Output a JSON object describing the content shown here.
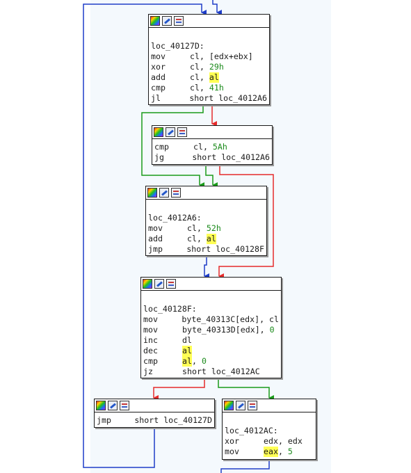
{
  "colors": {
    "edge_true": "#1a9a1a",
    "edge_false": "#e52b2b",
    "edge_unconditional": "#1e3dc8",
    "highlight": "#ffff55",
    "immediate": "#1a8a1a",
    "background": "#f4f9fd"
  },
  "icons": [
    "color-palette-icon",
    "rename-pencil-icon",
    "graph-overview-icon"
  ],
  "blocks": [
    {
      "id": "b1",
      "label": "loc_40127D:",
      "lines": [
        {
          "mn": "mov",
          "ops": [
            {
              "t": "cl, [edx+ebx]"
            }
          ]
        },
        {
          "mn": "xor",
          "ops": [
            {
              "t": "cl, "
            },
            {
              "t": "29h",
              "k": "num"
            }
          ]
        },
        {
          "mn": "add",
          "ops": [
            {
              "t": "cl, "
            },
            {
              "t": "al",
              "k": "hl"
            }
          ]
        },
        {
          "mn": "cmp",
          "ops": [
            {
              "t": "cl, "
            },
            {
              "t": "41h",
              "k": "num"
            }
          ]
        },
        {
          "mn": "jl",
          "ops": [
            {
              "t": "short loc_4012A6"
            }
          ]
        }
      ]
    },
    {
      "id": "b2",
      "label": "",
      "lines": [
        {
          "mn": "cmp",
          "ops": [
            {
              "t": "cl, "
            },
            {
              "t": "5Ah",
              "k": "num"
            }
          ]
        },
        {
          "mn": "jg",
          "ops": [
            {
              "t": "short loc_4012A6"
            }
          ]
        }
      ]
    },
    {
      "id": "b3",
      "label": "loc_4012A6:",
      "lines": [
        {
          "mn": "mov",
          "ops": [
            {
              "t": "cl, "
            },
            {
              "t": "52h",
              "k": "num"
            }
          ]
        },
        {
          "mn": "add",
          "ops": [
            {
              "t": "cl, "
            },
            {
              "t": "al",
              "k": "hl"
            }
          ]
        },
        {
          "mn": "jmp",
          "ops": [
            {
              "t": "short loc_40128F"
            }
          ]
        }
      ]
    },
    {
      "id": "b4",
      "label": "loc_40128F:",
      "lines": [
        {
          "mn": "mov",
          "ops": [
            {
              "t": "byte_40313C[edx], cl"
            }
          ]
        },
        {
          "mn": "mov",
          "ops": [
            {
              "t": "byte_40313D[edx], "
            },
            {
              "t": "0",
              "k": "num"
            }
          ]
        },
        {
          "mn": "inc",
          "ops": [
            {
              "t": "dl"
            }
          ]
        },
        {
          "mn": "dec",
          "ops": [
            {
              "t": "al",
              "k": "hl"
            }
          ]
        },
        {
          "mn": "cmp",
          "ops": [
            {
              "t": "al",
              "k": "hl"
            },
            {
              "t": ", "
            },
            {
              "t": "0",
              "k": "num"
            }
          ]
        },
        {
          "mn": "jz",
          "ops": [
            {
              "t": "short loc_4012AC"
            }
          ]
        }
      ]
    },
    {
      "id": "b5",
      "label": "",
      "lines": [
        {
          "mn": "jmp",
          "ops": [
            {
              "t": "short loc_40127D"
            }
          ]
        }
      ]
    },
    {
      "id": "b6",
      "label": "loc_4012AC:",
      "lines": [
        {
          "mn": "xor",
          "ops": [
            {
              "t": "edx, edx"
            }
          ]
        },
        {
          "mn": "mov",
          "ops": [
            {
              "t": "eax",
              "k": "hl"
            },
            {
              "t": ", "
            },
            {
              "t": "5",
              "k": "num"
            }
          ]
        }
      ]
    }
  ]
}
